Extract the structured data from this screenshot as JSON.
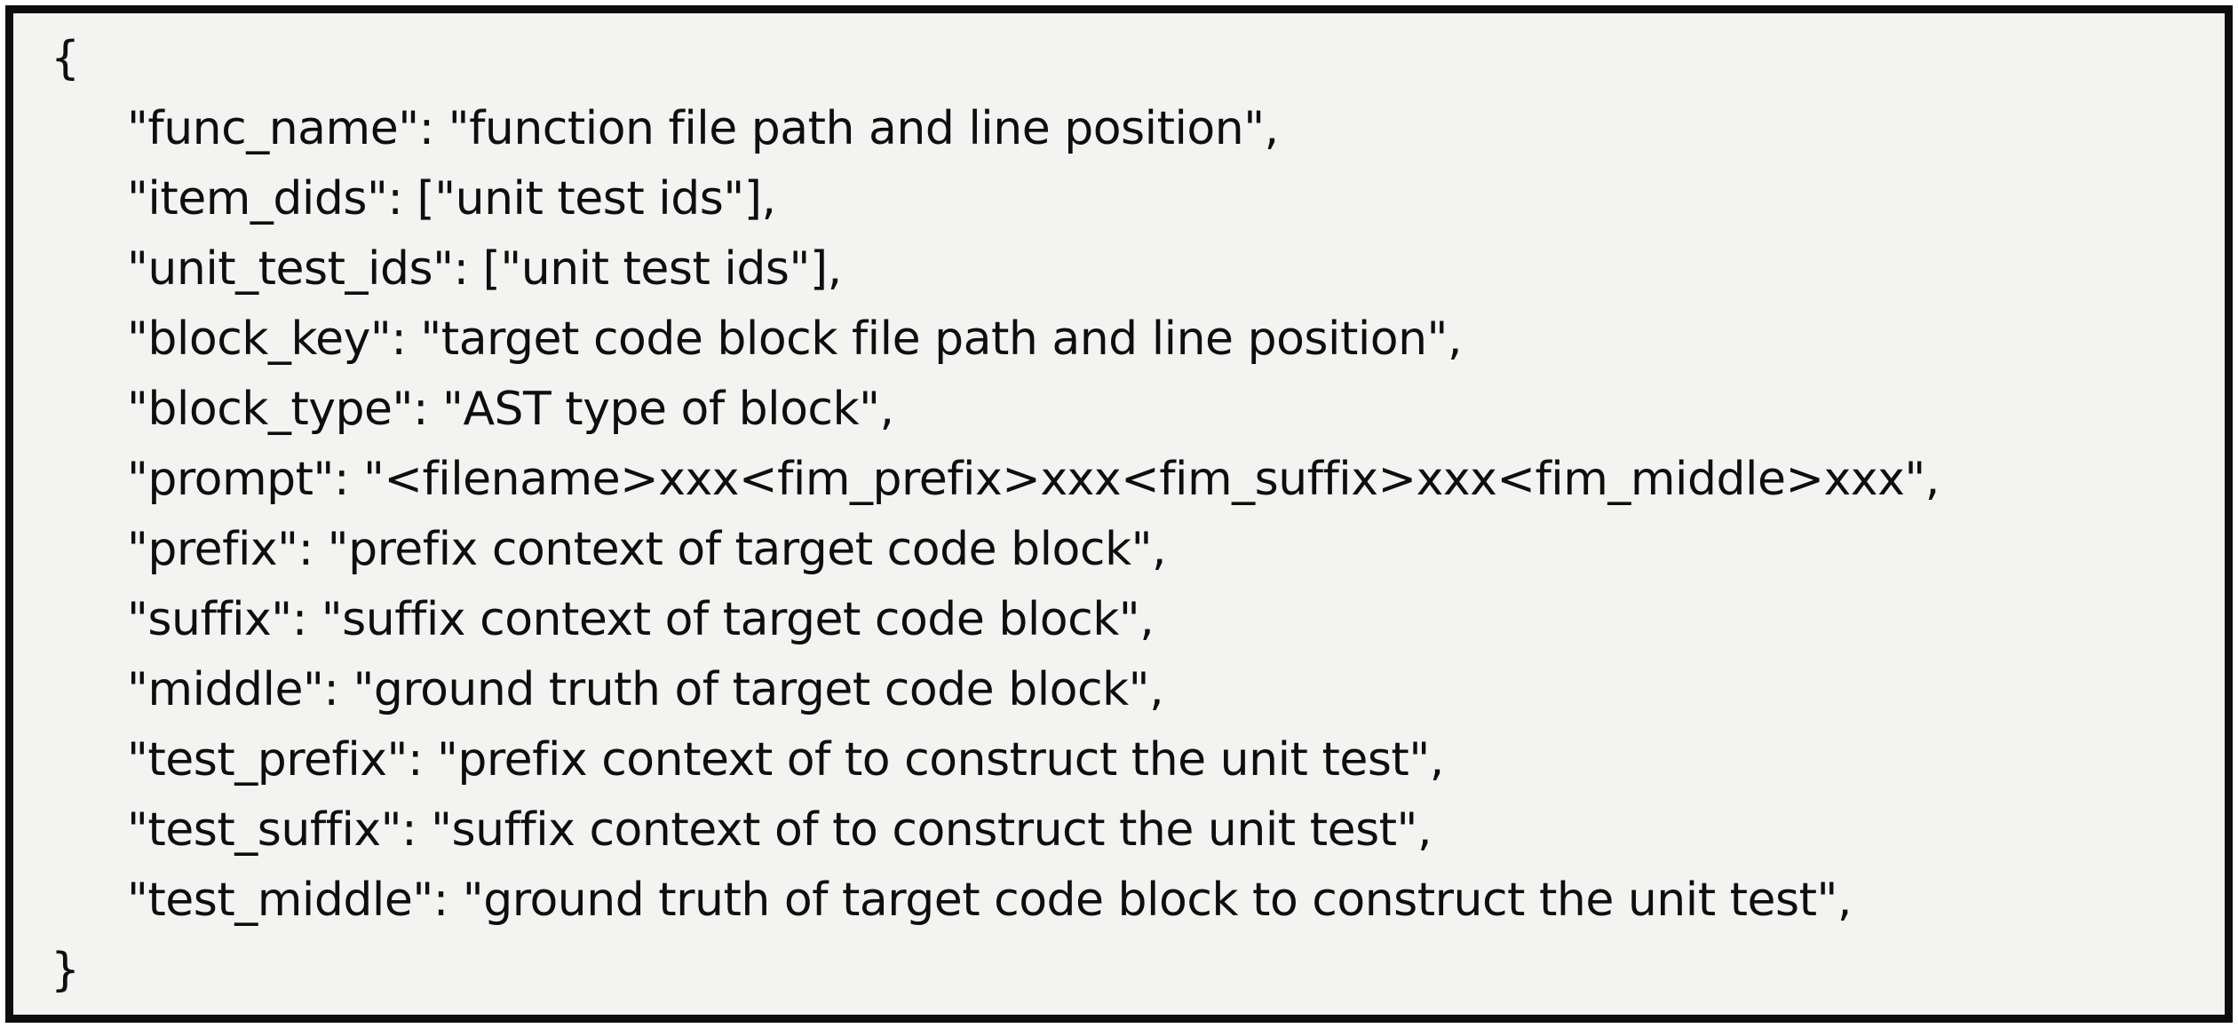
{
  "colors": {
    "panel_background": "#f3f3f2",
    "panel_border": "#0d0d0d",
    "text": "#0e0e0e",
    "page_background": "#ffffff"
  },
  "code": {
    "language": "json",
    "lines": [
      "{",
      "\"func_name\": \"function file path and line position\",",
      "\"item_dids\": [\"unit test ids\"],",
      "\"unit_test_ids\": [\"unit test ids\"],",
      "\"block_key\": \"target code block file path and line position\",",
      "\"block_type\": \"AST type of block\",",
      "\"prompt\": \"<filename>xxx<fim_prefix>xxx<fim_suffix>xxx<fim_middle>xxx\",",
      "\"prefix\": \"prefix context of target code block\",",
      "\"suffix\": \"suffix context of target code block\",",
      "\"middle\": \"ground truth of target code block\",",
      "\"test_prefix\": \"prefix context of to construct the unit test\",",
      "\"test_suffix\": \"suffix context of to construct the unit test\",",
      "\"test_middle\": \"ground truth of target code block to construct the unit test\",",
      "}"
    ]
  }
}
